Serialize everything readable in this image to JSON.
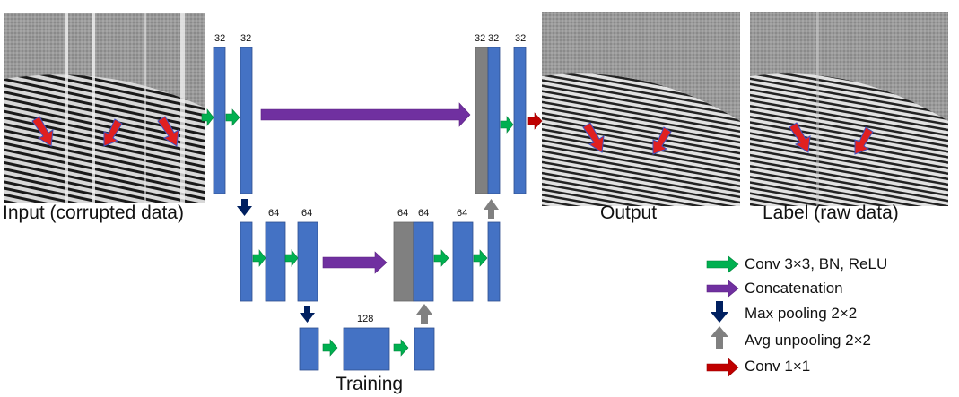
{
  "image_labels": {
    "input": "Input (corrupted data)",
    "output": "Output",
    "label": "Label (raw data)"
  },
  "stage_label": "Training",
  "channel_labels": {
    "l1a": "32",
    "l1b": "32",
    "l1c": "32",
    "l1d": "32",
    "l1e": "32",
    "l2a": "64",
    "l2b": "64",
    "l2c": "64",
    "l2d": "64",
    "l2e": "64",
    "l3": "128"
  },
  "legend": [
    {
      "icon": "green-arrow-icon",
      "text": "Conv 3×3, BN, ReLU"
    },
    {
      "icon": "purple-arrow-icon",
      "text": "Concatenation"
    },
    {
      "icon": "navy-down-arrow-icon",
      "text": "Max pooling 2×2"
    },
    {
      "icon": "gray-up-arrow-icon",
      "text": "Avg unpooling 2×2"
    },
    {
      "icon": "red-arrow-icon",
      "text": "Conv 1×1"
    }
  ],
  "colors": {
    "block": "#4472c4",
    "block_stroke": "#2f4f8f",
    "concat_block": "#808080",
    "conv": "#00b050",
    "concat": "#7030a0",
    "maxpool": "#002060",
    "unpool": "#808080",
    "conv1x1": "#c00000",
    "marker": "#e02020"
  }
}
